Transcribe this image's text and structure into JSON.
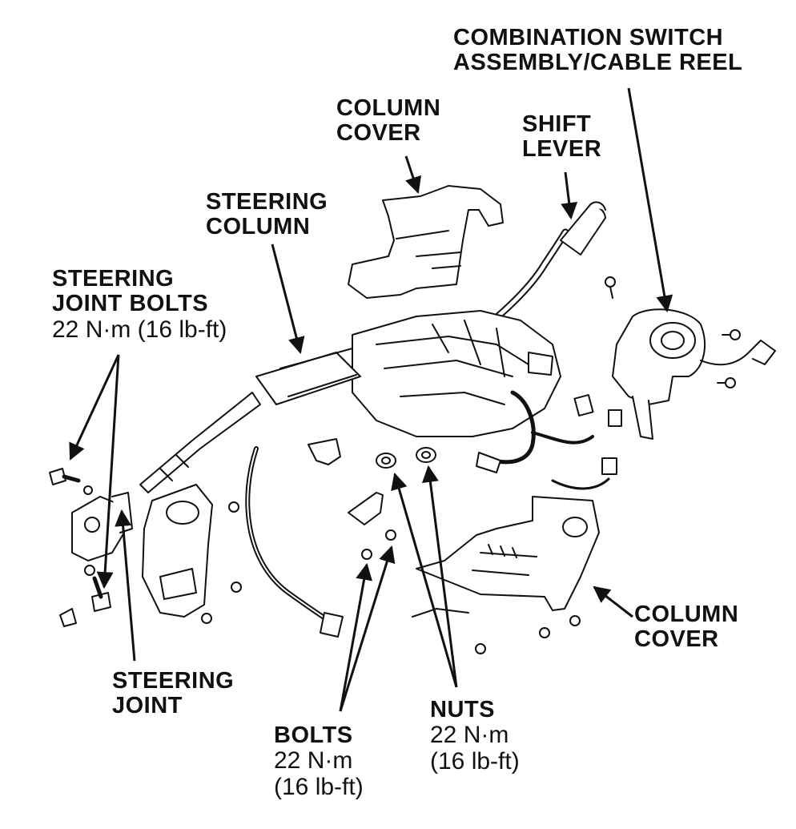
{
  "labels": {
    "combination_switch": [
      "COMBINATION SWITCH",
      "ASSEMBLY/CABLE REEL"
    ],
    "column_cover_top": [
      "COLUMN",
      "COVER"
    ],
    "shift_lever": [
      "SHIFT",
      "LEVER"
    ],
    "steering_column": [
      "STEERING",
      "COLUMN"
    ],
    "steering_joint_bolts": {
      "title": [
        "STEERING",
        "JOINT BOLTS"
      ],
      "torque": "22 N·m (16 lb-ft)"
    },
    "column_cover_bottom": [
      "COLUMN",
      "COVER"
    ],
    "steering_joint": [
      "STEERING",
      "JOINT"
    ],
    "bolts": {
      "title": "BOLTS",
      "torque": [
        "22 N·m",
        "(16 lb-ft)"
      ]
    },
    "nuts": {
      "title": "NUTS",
      "torque": [
        "22 N·m",
        "(16 lb-ft)"
      ]
    }
  }
}
